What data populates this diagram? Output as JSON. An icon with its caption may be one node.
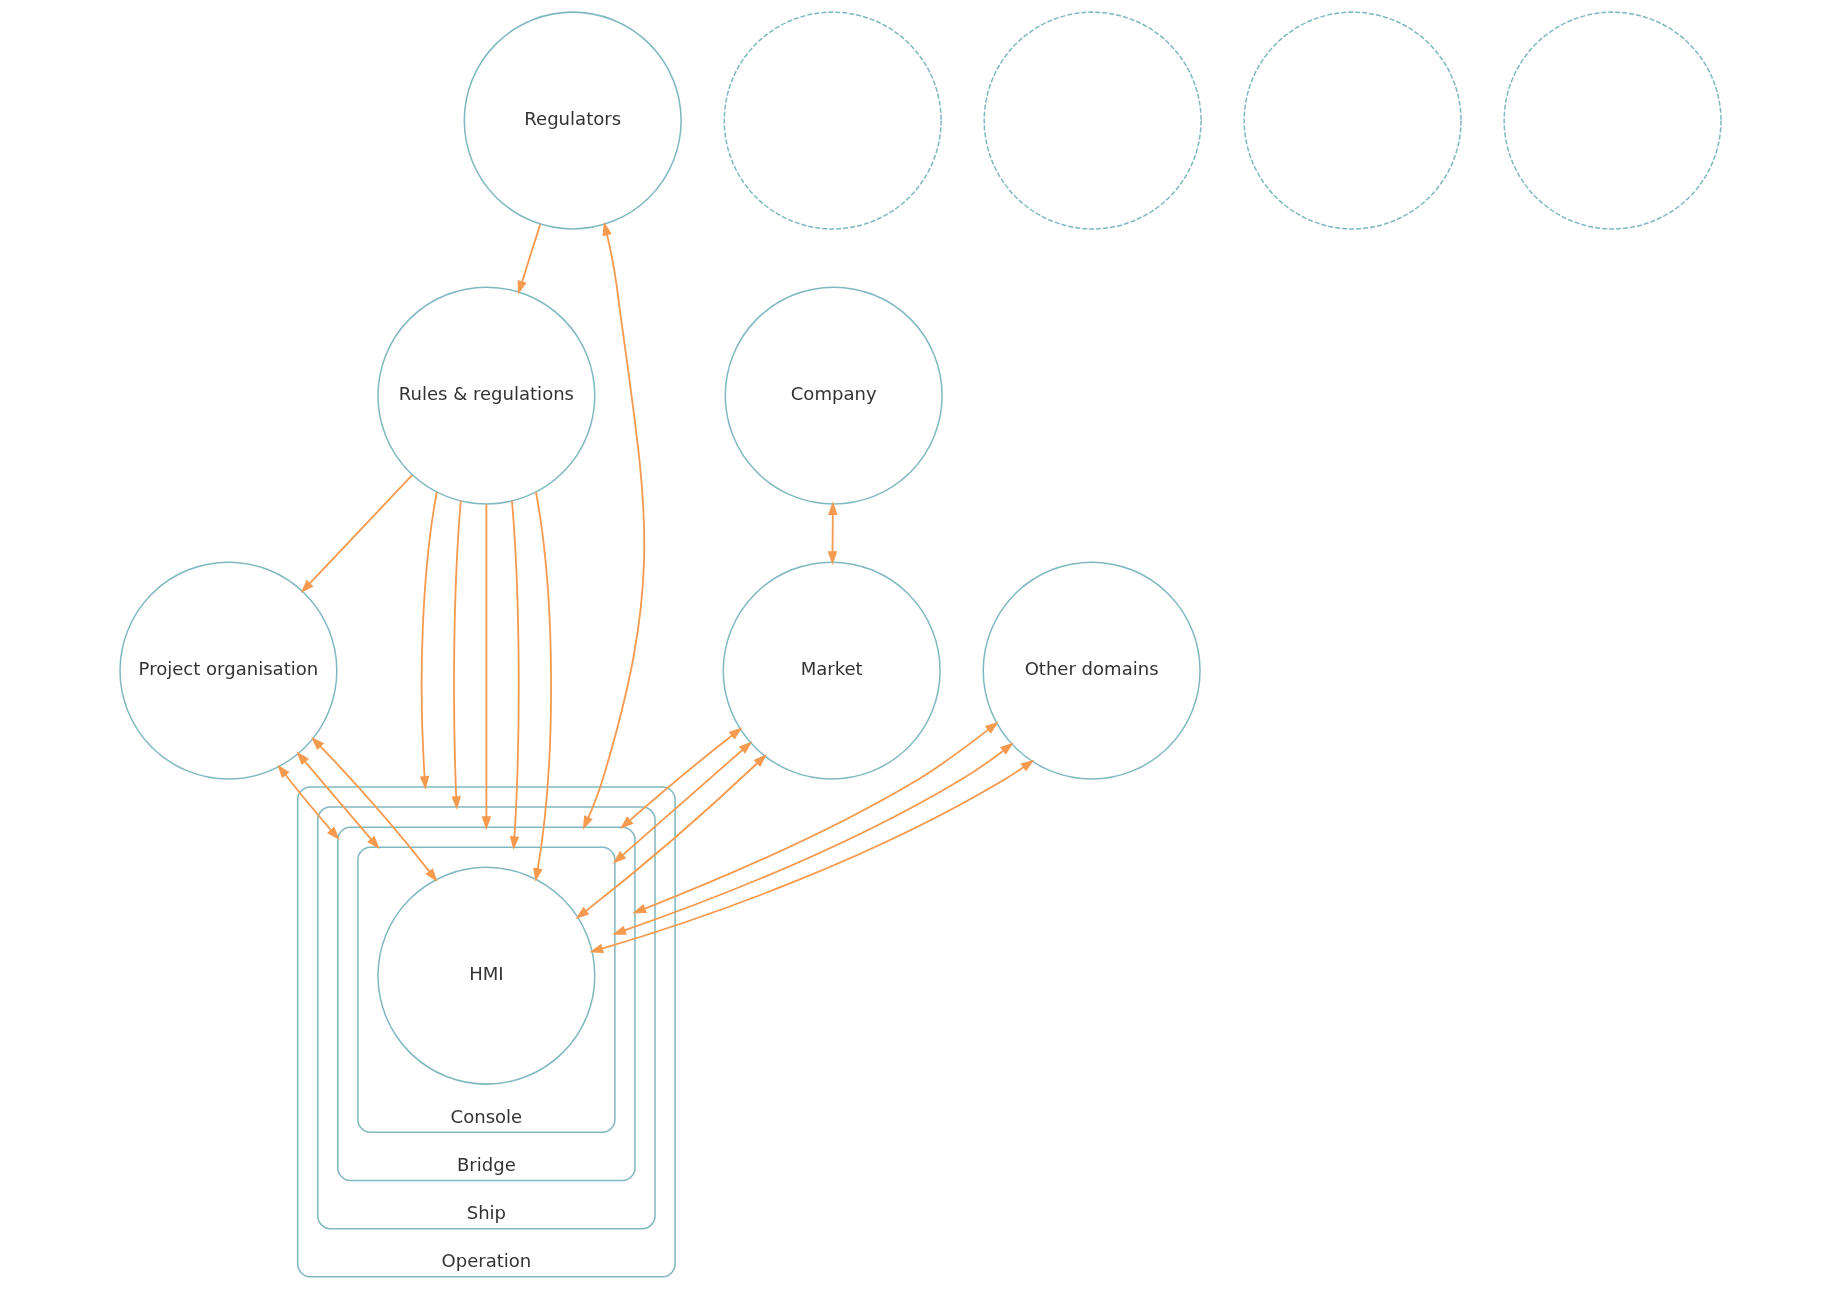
{
  "diagram": {
    "nodes": [
      {
        "text": [
          "Regulators"
        ]
      },
      {
        "text": [],
        "shape": "circle"
      },
      {
        "text": [
          "Company"
        ]
      },
      {
        "text": [
          "Project organisation"
        ]
      },
      {
        "text": [
          "Rules & regulations"
        ]
      },
      {
        "text": [],
        "shape": "circle"
      },
      {
        "text": [
          "Operation"
        ]
      },
      {
        "text": [
          "Ship"
        ],
        "in": 6
      },
      {
        "text": [
          "Bridge"
        ],
        "in": 7
      },
      {
        "text": [
          "Console"
        ],
        "in": 8
      },
      {
        "text": [
          "HMI"
        ],
        "in": 9
      },
      {
        "text": [
          "Market"
        ]
      },
      {
        "text": [
          "Other domains"
        ]
      },
      {
        "text": [],
        "shape": "circle"
      },
      {
        "text": [],
        "shape": "circle"
      }
    ],
    "edges": [
      {
        "from": 0,
        "to": 4,
        "arrow": "to"
      },
      {
        "from": 4,
        "to": 3,
        "arrow": "to"
      },
      {
        "from": 2,
        "to": 11,
        "arrow": "both"
      },
      {
        "from": 4,
        "to": 6,
        "arrow": "to"
      },
      {
        "from": 4,
        "to": 7,
        "arrow": "to"
      },
      {
        "from": 4,
        "to": 8,
        "arrow": "to"
      },
      {
        "from": 4,
        "to": 9,
        "arrow": "to"
      },
      {
        "from": 4,
        "to": 10,
        "arrow": "to"
      },
      {
        "from": 0,
        "to": 8,
        "arrow": "both"
      },
      {
        "from": 3,
        "to": 8,
        "arrow": "both"
      },
      {
        "from": 3,
        "to": 9,
        "arrow": "both"
      },
      {
        "from": 3,
        "to": 10,
        "arrow": "both"
      },
      {
        "from": 11,
        "to": 8,
        "arrow": "both"
      },
      {
        "from": 11,
        "to": 9,
        "arrow": "both"
      },
      {
        "from": 11,
        "to": 10,
        "arrow": "both"
      },
      {
        "from": 12,
        "to": 8,
        "arrow": "both"
      },
      {
        "from": 12,
        "to": 9,
        "arrow": "both"
      },
      {
        "from": 12,
        "to": 10,
        "arrow": "both"
      }
    ]
  }
}
